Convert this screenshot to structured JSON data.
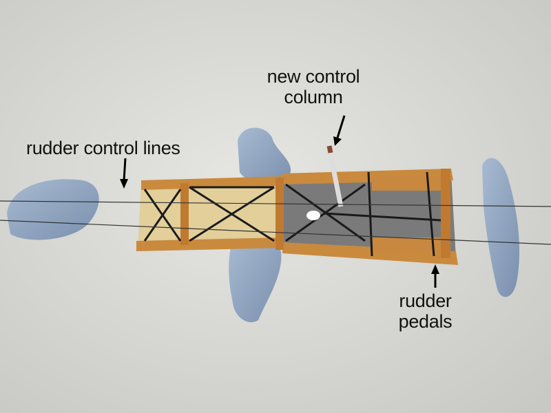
{
  "annotations": {
    "control_column": {
      "line1": "new control",
      "line2": "column"
    },
    "control_lines": {
      "text": "rudder control lines"
    },
    "pedals": {
      "line1": "rudder",
      "line2": "pedals"
    }
  },
  "colors": {
    "background": "#dcdcd8",
    "putty": "#8fa4c0",
    "wood": "#c98a3e",
    "floor": "#7c7c7c"
  }
}
